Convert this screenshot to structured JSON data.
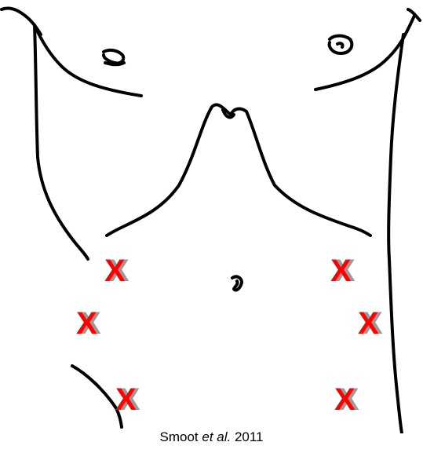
{
  "marker_color": "#ff0000",
  "markers": [
    {
      "id": "upper-left",
      "label": "X"
    },
    {
      "id": "middle-left",
      "label": "X"
    },
    {
      "id": "lower-left",
      "label": "X"
    },
    {
      "id": "upper-right",
      "label": "X"
    },
    {
      "id": "middle-right",
      "label": "X"
    },
    {
      "id": "lower-right",
      "label": "X"
    }
  ],
  "caption": {
    "author": "Smoot",
    "etal": "et al.",
    "year": "2011"
  }
}
